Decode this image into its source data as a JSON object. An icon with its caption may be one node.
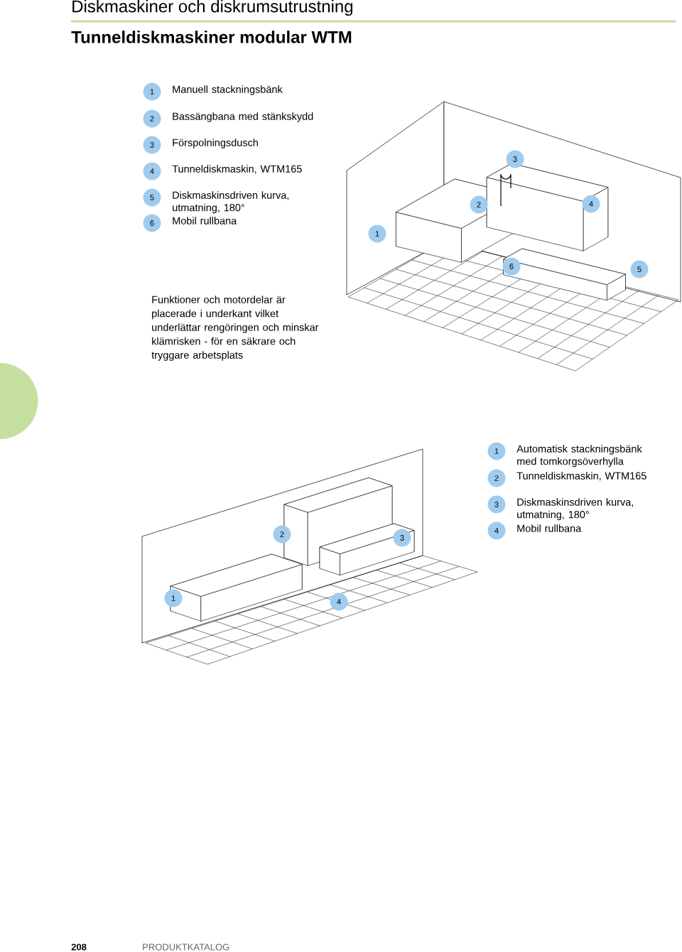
{
  "diagram": {
    "title": "Tunneldiskmaskiner modular WTM",
    "nodes": [
      {
        "text": [
          "1"
        ],
        "beside": [
          "Manuell stackningsbänk"
        ]
      },
      {
        "text": [
          "2"
        ],
        "beside": [
          "Bassängbana med stänkskydd"
        ]
      },
      {
        "text": [
          "3"
        ],
        "beside": [
          "Förspolningsdusch"
        ]
      },
      {
        "text": [
          "4"
        ],
        "beside": [
          "Tunneldiskmaskin, WTM165"
        ]
      },
      {
        "text": [
          "5"
        ],
        "beside": [
          "Diskmaskinsdriven kurva, utmatning, 180°"
        ]
      },
      {
        "text": [
          "6"
        ],
        "beside": [
          "Mobil rullbana"
        ]
      },
      {
        "text": [
          "3"
        ]
      },
      {
        "text": [
          "2"
        ]
      },
      {
        "text": [
          "4"
        ]
      },
      {
        "text": [
          "1"
        ]
      },
      {
        "text": [
          "6"
        ]
      },
      {
        "text": [
          "5"
        ]
      },
      {
        "text": [
          "2"
        ]
      },
      {
        "text": [
          "3"
        ]
      },
      {
        "text": [
          "1"
        ]
      },
      {
        "text": [
          "4"
        ]
      },
      {
        "text": [
          "1"
        ],
        "beside": [
          "Automatisk stackningsbänk med tomkorgsöverhylla"
        ]
      },
      {
        "text": [
          "2"
        ],
        "beside": [
          "Tunneldiskmaskin, WTM165"
        ]
      },
      {
        "text": [
          "3"
        ],
        "beside": [
          "Diskmaskinsdriven kurva, utmatning, 180°"
        ]
      },
      {
        "text": [
          "4"
        ],
        "beside": [
          "Mobil rullbana"
        ]
      }
    ],
    "labels": [
      "Diskmaskiner och diskrumsutrustning",
      "Funktioner och motordelar är placerade i underkant vilket underlättar rengöringen och minskar klämrisken - för en säkrare och tryggare arbetsplats",
      "208",
      "PRODUKTKATALOG"
    ]
  }
}
